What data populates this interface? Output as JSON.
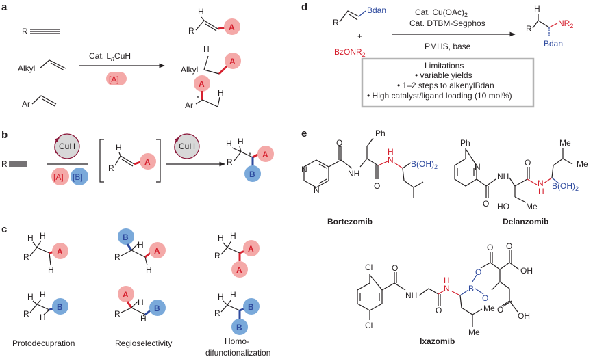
{
  "panels": {
    "a": "a",
    "b": "b",
    "c": "c",
    "d": "d",
    "e": "e"
  },
  "atoms": {
    "R": "R",
    "H": "H",
    "Alkyl": "Alkyl",
    "Ar": "Ar",
    "A": "A",
    "B": "B",
    "N": "N",
    "O": "O",
    "Cl": "Cl",
    "Ph": "Ph",
    "Me": "Me",
    "HO": "HO",
    "OH": "OH",
    "NR2": "NR",
    "sub2": "2",
    "Bdan": "Bdan",
    "BOH2": "B(OH)",
    "BzONR2": "BzONR",
    "plus": "+",
    "star": "*"
  },
  "panel_a": {
    "reagent_prefix": "Cat. L",
    "reagent_n": "n",
    "reagent_suffix": "CuH",
    "bracket_A": "[A]"
  },
  "panel_b": {
    "cuh": "CuH",
    "bracket_A": "[A]",
    "bracket_B": "[B]"
  },
  "panel_c": {
    "labels": [
      "Protodecupration",
      "Regioselectivity",
      "Homo-",
      "difunctionalization"
    ]
  },
  "panel_d": {
    "catalyst_prefix": "Cat. Cu(OAc)",
    "catalyst_sub": "2",
    "ligand": "Cat. DTBM-Segphos",
    "conditions": "PMHS, base",
    "limitations_title": "Limitations",
    "limitations": [
      "• variable yields",
      "• 1–2 steps to alkenylBdan",
      "• High catalyst/ligand loading (10 mol%)"
    ]
  },
  "panel_e": {
    "drugs": [
      "Bortezomib",
      "Delanzomib",
      "Ixazomib"
    ]
  },
  "colors": {
    "red": "#d6202e",
    "blue": "#2e4a9e",
    "pink_circle": "#f4a9a8",
    "blue_circle": "#7aa9da",
    "cuh_fill": "#d8d8d8",
    "cuh_ring": "#8a1538"
  }
}
